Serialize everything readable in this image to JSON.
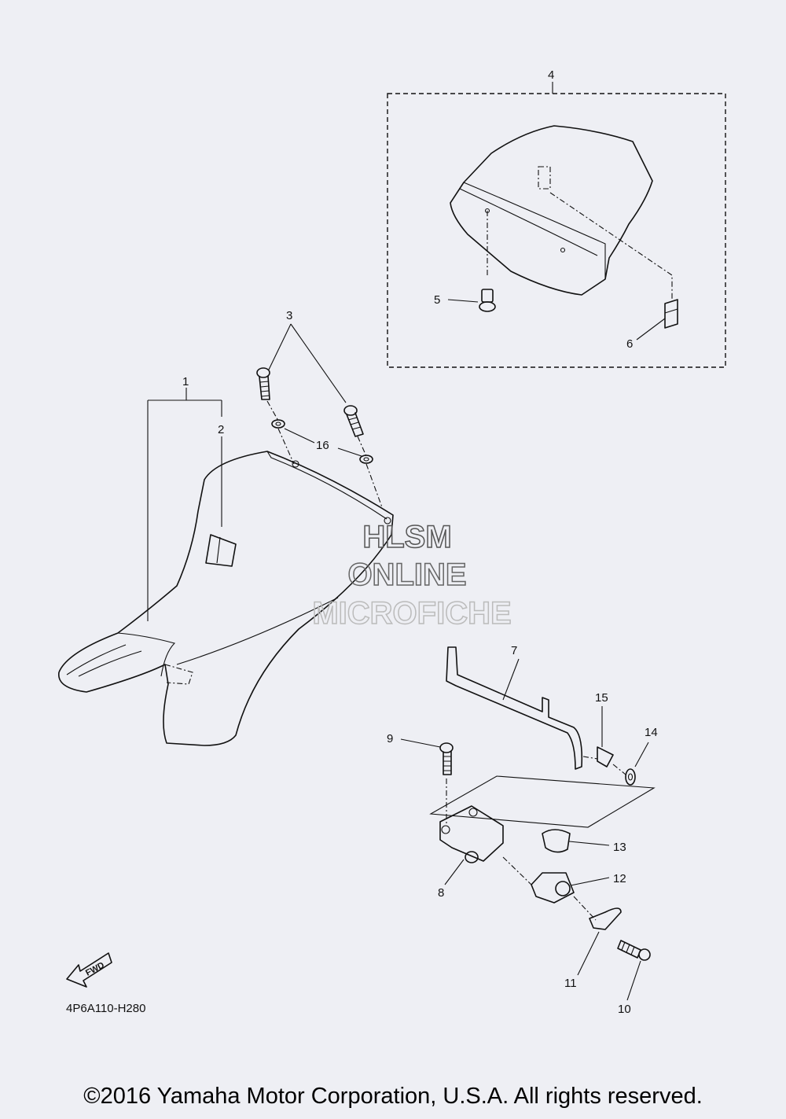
{
  "diagram": {
    "callouts": [
      "1",
      "2",
      "3",
      "4",
      "5",
      "6",
      "7",
      "8",
      "9",
      "10",
      "11",
      "12",
      "13",
      "14",
      "15",
      "16"
    ],
    "watermark": [
      "HLSM",
      "ONLINE",
      "MICROFICHE"
    ],
    "fwd_label": "FWD",
    "drawing_code": "4P6A110-H280"
  },
  "footer": {
    "copyright": "©2016 Yamaha Motor Corporation, U.S.A. All rights reserved."
  }
}
